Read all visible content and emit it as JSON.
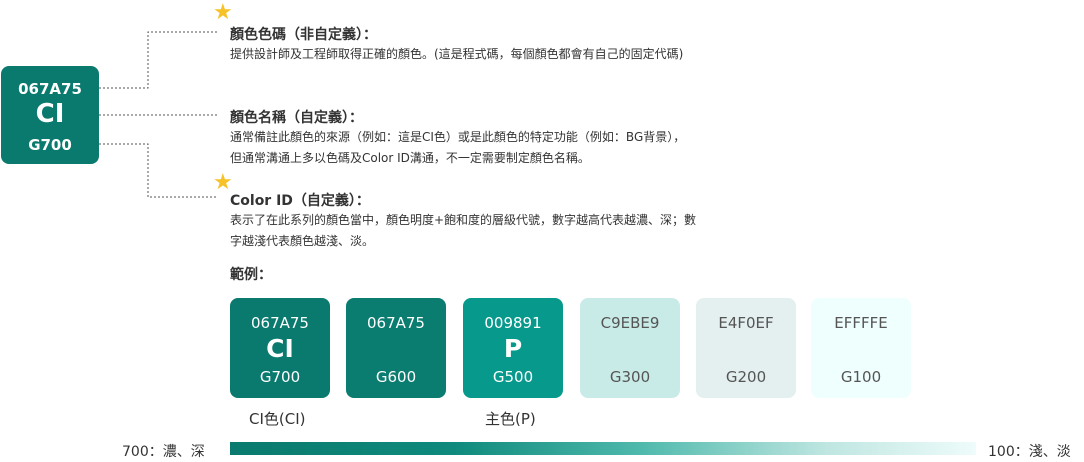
{
  "main_card": {
    "hex": "067A75",
    "code": "CI",
    "grade": "G700"
  },
  "sections": {
    "color_code": {
      "title": "顏色色碼（非自定義）：",
      "desc": "提供設計師及工程師取得正確的顏色。(這是程式碼，每個顏色都會有自己的固定代碼)"
    },
    "color_name": {
      "title": "顏色名稱（自定義）：",
      "desc_line1": "通常備註此顏色的來源（例如：這是CI色）或是此顏色的特定功能（例如：BG背景），",
      "desc_line2": "但通常溝通上多以色碼及Color ID溝通，不一定需要制定顏色名稱。"
    },
    "color_id": {
      "title": "Color ID（自定義）：",
      "desc_line1": "表示了在此系列的顏色當中，顏色明度+飽和度的層級代號，數字越高代表越濃、深；數",
      "desc_line2": "字越淺代表顏色越淺、淡。"
    }
  },
  "examples": {
    "label": "範例：",
    "swatches": [
      {
        "hex": "067A75",
        "code": "CI",
        "grade": "G700",
        "color": "#0a7a6e"
      },
      {
        "hex": "067A75",
        "code": "",
        "grade": "G600",
        "color": "#0b7c70"
      },
      {
        "hex": "009891",
        "code": "P",
        "grade": "G500",
        "color": "#08998d"
      },
      {
        "hex": "C9EBE9",
        "code": "",
        "grade": "G300",
        "color": "#c9ebe7"
      },
      {
        "hex": "E4F0EF",
        "code": "",
        "grade": "G200",
        "color": "#e4f0ef"
      },
      {
        "hex": "EFFFFE",
        "code": "",
        "grade": "G100",
        "color": "#effffe"
      }
    ],
    "captions": {
      "ci": "CI色(CI)",
      "primary": "主色(P)"
    }
  },
  "scale": {
    "left_label": "700：濃、深",
    "right_label": "100：淺、淡"
  },
  "colors": {
    "star": "#f6c228",
    "connector": "#555555"
  }
}
